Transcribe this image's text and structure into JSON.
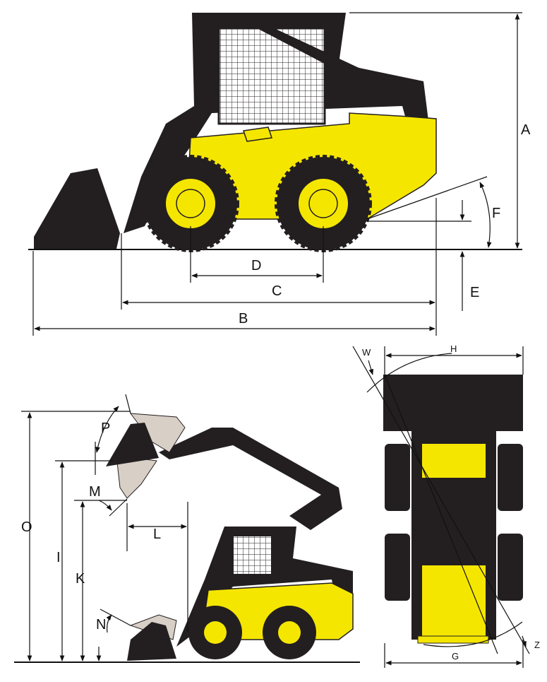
{
  "colors": {
    "machine_body": "#f5e600",
    "machine_frame": "#231f20",
    "bucket_ghost": "#d8cfc6"
  },
  "side_view": {
    "labels": {
      "A": "A",
      "B": "B",
      "C": "C",
      "D": "D",
      "E": "E",
      "F": "F"
    }
  },
  "lift_view": {
    "labels": {
      "O": "O",
      "P": "P",
      "M": "M",
      "I": "I",
      "K": "K",
      "L": "L",
      "N": "N"
    }
  },
  "top_view": {
    "labels": {
      "W": "W",
      "H": "H",
      "G": "G",
      "Z": "Z"
    }
  }
}
